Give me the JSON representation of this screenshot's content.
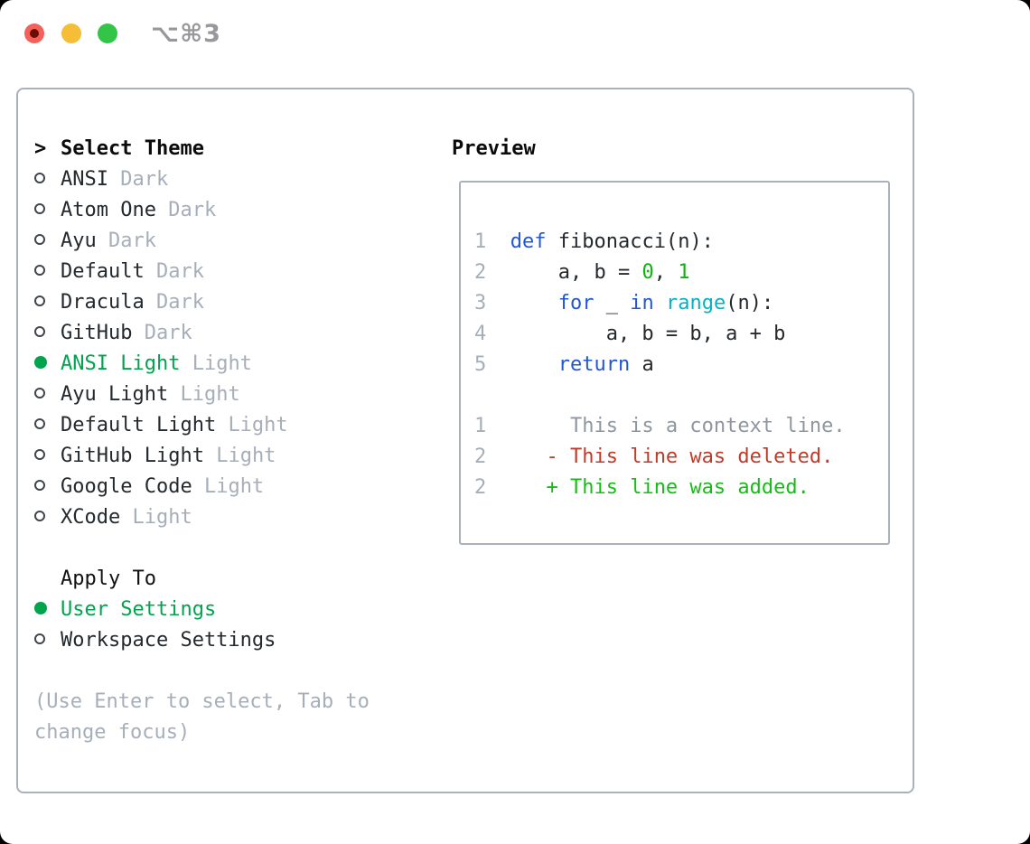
{
  "window": {
    "shortcut_label": "⌥⌘3",
    "traffic_lights": [
      "close",
      "minimize",
      "zoom"
    ]
  },
  "theme_panel": {
    "prompt": ">",
    "title": "Select Theme",
    "themes": [
      {
        "name": "ANSI",
        "tag": "Dark",
        "selected": false
      },
      {
        "name": "Atom One",
        "tag": "Dark",
        "selected": false
      },
      {
        "name": "Ayu",
        "tag": "Dark",
        "selected": false
      },
      {
        "name": "Default",
        "tag": "Dark",
        "selected": false
      },
      {
        "name": "Dracula",
        "tag": "Dark",
        "selected": false
      },
      {
        "name": "GitHub",
        "tag": "Dark",
        "selected": false
      },
      {
        "name": "ANSI Light",
        "tag": "Light",
        "selected": true
      },
      {
        "name": "Ayu Light",
        "tag": "Light",
        "selected": false
      },
      {
        "name": "Default Light",
        "tag": "Light",
        "selected": false
      },
      {
        "name": "GitHub Light",
        "tag": "Light",
        "selected": false
      },
      {
        "name": "Google Code",
        "tag": "Light",
        "selected": false
      },
      {
        "name": "XCode",
        "tag": "Light",
        "selected": false
      }
    ],
    "apply_to": {
      "title": "Apply To",
      "options": [
        {
          "label": "User Settings",
          "selected": true
        },
        {
          "label": "Workspace Settings",
          "selected": false
        }
      ]
    },
    "help_lines": [
      "(Use Enter to select, Tab to",
      "change focus)"
    ]
  },
  "preview": {
    "title": "Preview",
    "code_lines": [
      {
        "num": "1",
        "tokens": [
          [
            "  ",
            "plain"
          ],
          [
            "def",
            "kw"
          ],
          [
            " fibonacci(n):",
            "plain"
          ]
        ]
      },
      {
        "num": "2",
        "tokens": [
          [
            "      a, b = ",
            "plain"
          ],
          [
            "0",
            "num"
          ],
          [
            ", ",
            "plain"
          ],
          [
            "1",
            "num"
          ]
        ]
      },
      {
        "num": "3",
        "tokens": [
          [
            "      ",
            "plain"
          ],
          [
            "for",
            "kw"
          ],
          [
            " _ ",
            "plain"
          ],
          [
            "in",
            "kw"
          ],
          [
            " ",
            "plain"
          ],
          [
            "range",
            "builtin"
          ],
          [
            "(n):",
            "plain"
          ]
        ]
      },
      {
        "num": "4",
        "tokens": [
          [
            "          a, b = b, a + b",
            "plain"
          ]
        ]
      },
      {
        "num": "5",
        "tokens": [
          [
            "      ",
            "plain"
          ],
          [
            "return",
            "kw"
          ],
          [
            " a",
            "plain"
          ]
        ]
      }
    ],
    "diff_lines": [
      {
        "num": "1",
        "tokens": [
          [
            "       This is a context line.",
            "context"
          ]
        ]
      },
      {
        "num": "2",
        "tokens": [
          [
            "     ",
            "plain"
          ],
          [
            "- This line was deleted.",
            "del"
          ]
        ]
      },
      {
        "num": "2",
        "tokens": [
          [
            "     ",
            "plain"
          ],
          [
            "+ This line was added.",
            "add"
          ]
        ]
      }
    ]
  },
  "colors": {
    "selection_green": "#00a44c",
    "keyword_blue": "#2156d6",
    "builtin_cyan": "#00b4c4",
    "number_green": "#0cb50c",
    "deleted_red": "#c23a28",
    "added_green": "#16bd16",
    "muted_gray": "#a6afb9",
    "panel_border": "#a9b2bc",
    "traffic_red": "#f4605a",
    "traffic_yellow": "#f6bd36",
    "traffic_green": "#32c548"
  }
}
